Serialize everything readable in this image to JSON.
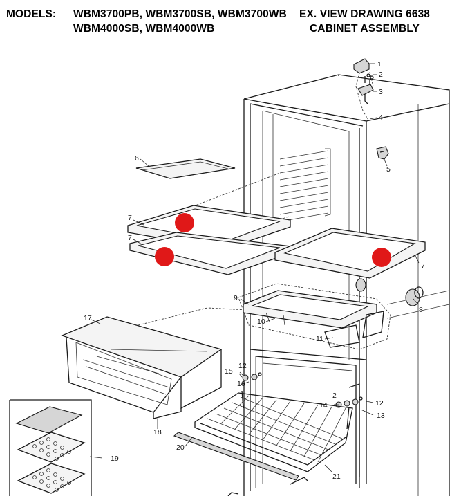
{
  "header": {
    "models_label": "MODELS:",
    "models_line1": "WBM3700PB, WBM3700SB, WBM3700WB",
    "models_line2": "WBM4000SB, WBM4000WB",
    "view_line1": "EX. VIEW DRAWING 6638",
    "view_line2": "CABINET ASSEMBLY"
  },
  "callouts": {
    "c1": "1",
    "c2": "2",
    "c3": "3",
    "c4": "4",
    "c5": "5",
    "c6": "6",
    "c7a": "7",
    "c7b": "7",
    "c7c": "7",
    "c8": "8",
    "c9": "9",
    "c10": "10",
    "c11": "11",
    "c12a": "12",
    "c12b": "12",
    "c13": "13",
    "c14": "14",
    "c15": "15",
    "c16": "16",
    "c17": "17",
    "c18": "18",
    "c19": "19",
    "c20": "20",
    "c21": "21",
    "c2b": "2"
  },
  "markers": {
    "color": "#e01818",
    "count": 3
  }
}
